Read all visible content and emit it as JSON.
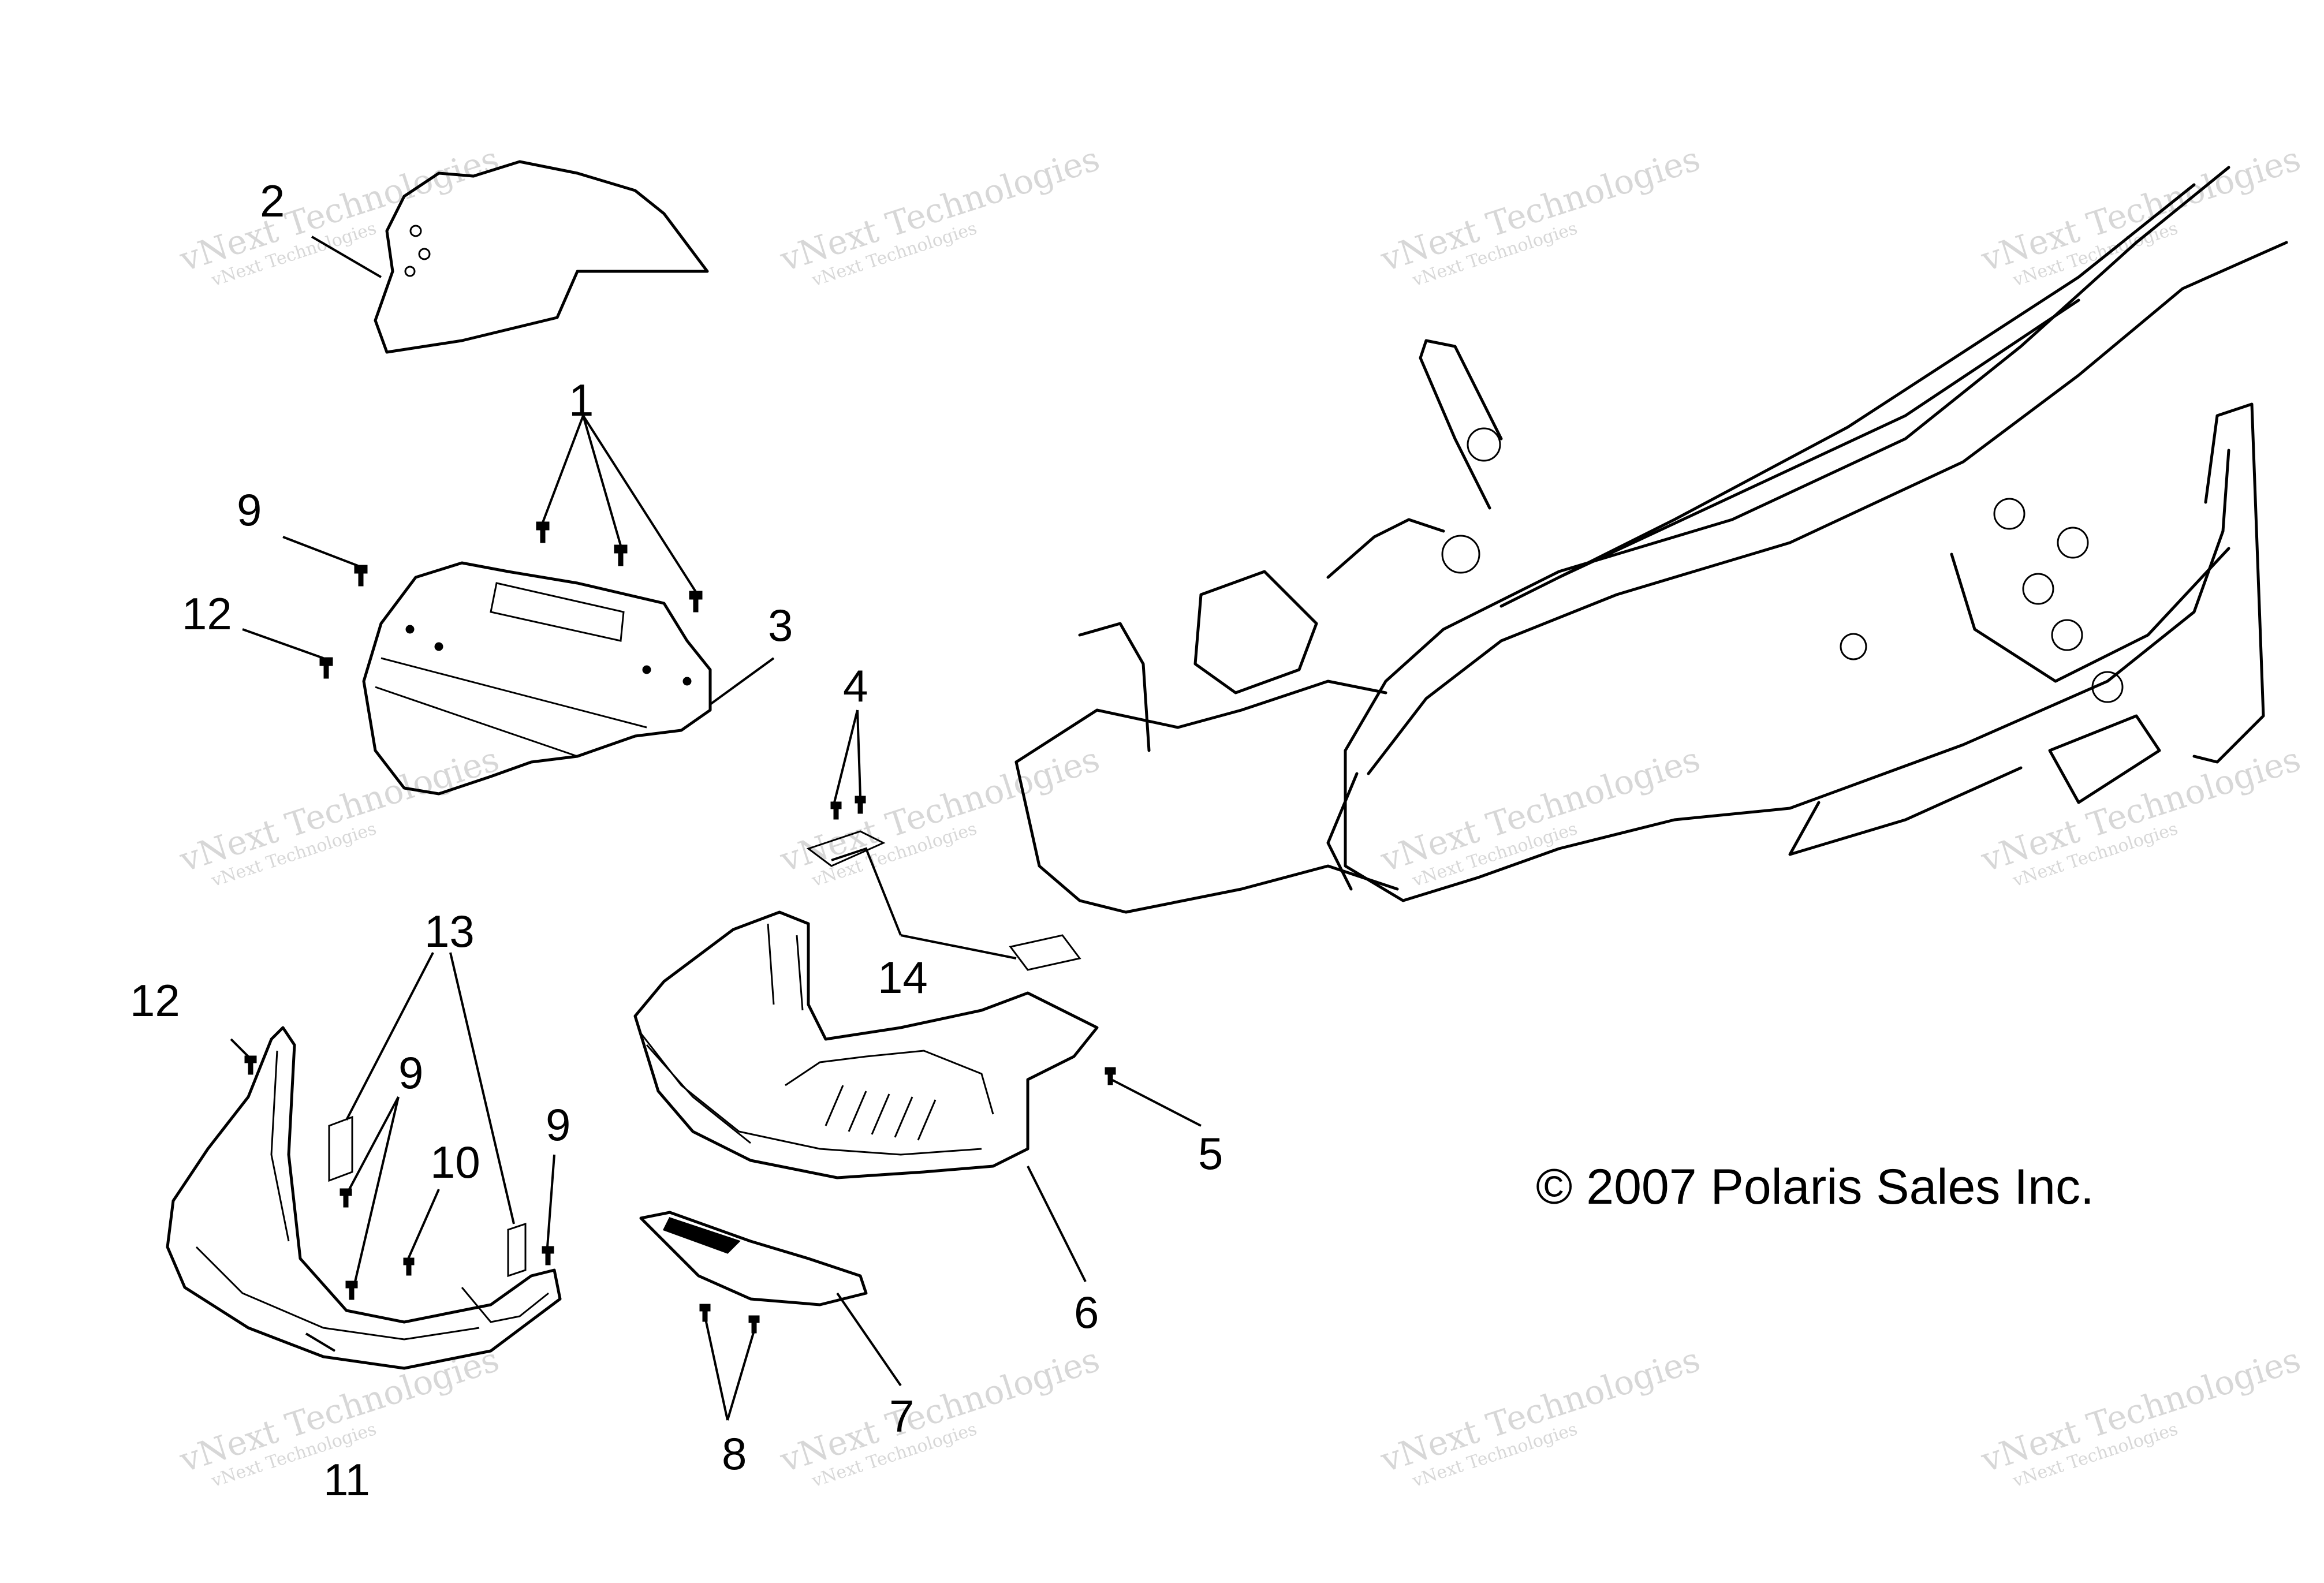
{
  "diagram": {
    "copyright": "© 2007 Polaris Sales Inc.",
    "watermark_small": "vNext Technologies",
    "watermark_large": "vNext Technologies",
    "callouts": [
      "1",
      "2",
      "3",
      "4",
      "5",
      "6",
      "7",
      "8",
      "9",
      "9",
      "9",
      "10",
      "11",
      "12",
      "12",
      "13",
      "14"
    ]
  }
}
